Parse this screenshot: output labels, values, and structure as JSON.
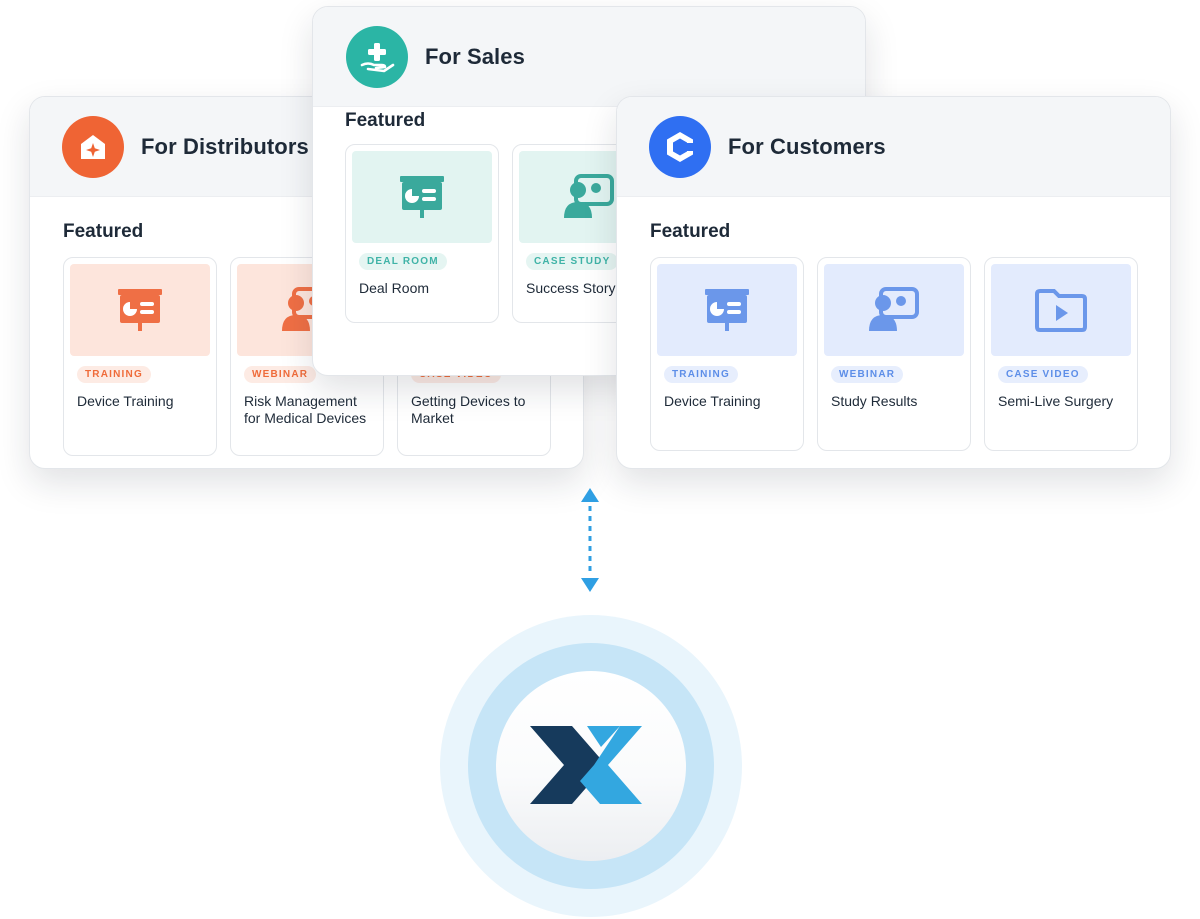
{
  "distributors": {
    "title": "For Distributors",
    "featured_label": "Featured",
    "accent": "#ef6434",
    "icon": "home-sparkle-icon",
    "cards": [
      {
        "tag": "TRAINING",
        "title": "Device Training",
        "icon": "presentation-board-icon"
      },
      {
        "tag": "WEBINAR",
        "title": "Risk Management for Medical Devices",
        "icon": "users-screen-icon"
      },
      {
        "tag": "CASE VIDEO",
        "title": "Getting Devices to Market",
        "icon": "video-folder-icon"
      }
    ]
  },
  "sales": {
    "title": "For Sales",
    "featured_label": "Featured",
    "accent": "#2bb5a5",
    "icon": "hand-plus-icon",
    "cards": [
      {
        "tag": "DEAL ROOM",
        "title": "Deal Room",
        "icon": "presentation-board-icon"
      },
      {
        "tag": "CASE STUDY",
        "title": "Success Story",
        "icon": "users-screen-icon"
      }
    ]
  },
  "customers": {
    "title": "For Customers",
    "featured_label": "Featured",
    "accent": "#2f6ff2",
    "icon": "c-logo-icon",
    "cards": [
      {
        "tag": "TRAINING",
        "title": "Device Training",
        "icon": "presentation-board-icon"
      },
      {
        "tag": "WEBINAR",
        "title": "Study Results",
        "icon": "users-screen-icon"
      },
      {
        "tag": "CASE VIDEO",
        "title": "Semi-Live Surgery",
        "icon": "video-folder-icon"
      }
    ]
  },
  "connector": {
    "icon": "bidirectional-arrow-icon",
    "color": "#2f9fe3"
  },
  "logo": {
    "icon": "x-brand-logo",
    "dark": "#163a5c",
    "light": "#33a7e0"
  }
}
